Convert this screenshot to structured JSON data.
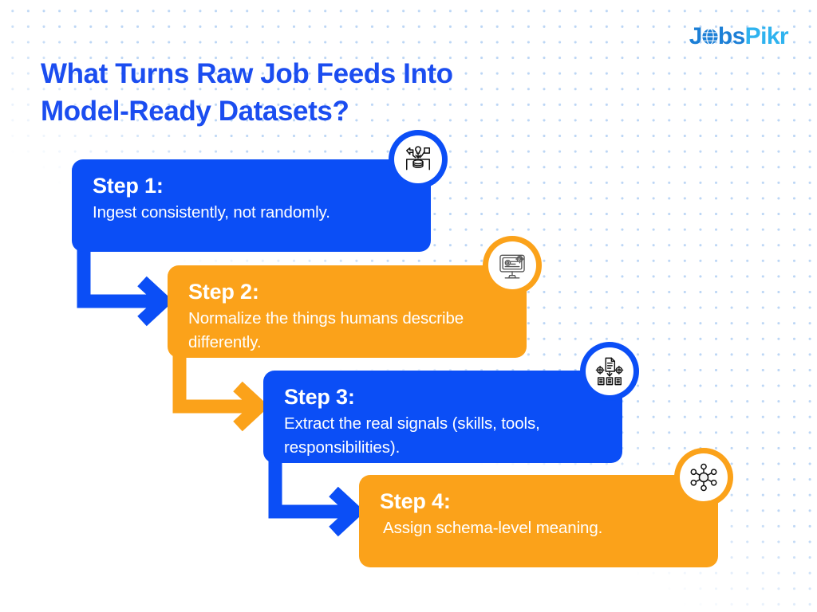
{
  "page": {
    "title_line1": "What Turns Raw Job Feeds Into",
    "title_line2": "Model-Ready Datasets?",
    "title_color": "#1b4df0",
    "background_color": "#ffffff",
    "dot_color": "#bcd6f5"
  },
  "brand": {
    "text_part1": "J",
    "text_globe": "o",
    "text_part2": "bs",
    "text_part3": "P",
    "text_part4": "ikr",
    "full_text": "JobsPikr",
    "color_dark": "#1c7fd6",
    "color_light": "#2fb3ef",
    "icon": "globe-icon"
  },
  "flow": {
    "accent_blue": "#0b4ef6",
    "accent_orange": "#fba21a",
    "steps": [
      {
        "id": "step-1",
        "title": "Step 1:",
        "description": "Ingest consistently, not randomly.",
        "color": "blue",
        "color_hex": "#0b4ef6",
        "icon": "data-ingest-database-icon"
      },
      {
        "id": "step-2",
        "title": "Step 2:",
        "description": "Normalize the things humans describe differently.",
        "color": "orange",
        "color_hex": "#fba21a",
        "icon": "monitor-gear-settings-icon"
      },
      {
        "id": "step-3",
        "title": "Step 3:",
        "description": "Extract the real signals (skills, tools, responsibilities).",
        "color": "blue",
        "color_hex": "#0b4ef6",
        "icon": "document-gears-extract-icon"
      },
      {
        "id": "step-4",
        "title": "Step 4:",
        "description": "Assign schema-level meaning.",
        "color": "orange",
        "color_hex": "#fba21a",
        "icon": "network-schema-nodes-icon"
      }
    ],
    "connectors": [
      {
        "id": "connector-1-2",
        "from": "step-1",
        "to": "step-2",
        "color_hex": "#0b4ef6",
        "shape": "elbow-arrow-right"
      },
      {
        "id": "connector-2-3",
        "from": "step-2",
        "to": "step-3",
        "color_hex": "#fba21a",
        "shape": "elbow-arrow-right"
      },
      {
        "id": "connector-3-4",
        "from": "step-3",
        "to": "step-4",
        "color_hex": "#0b4ef6",
        "shape": "elbow-arrow-right"
      }
    ]
  }
}
